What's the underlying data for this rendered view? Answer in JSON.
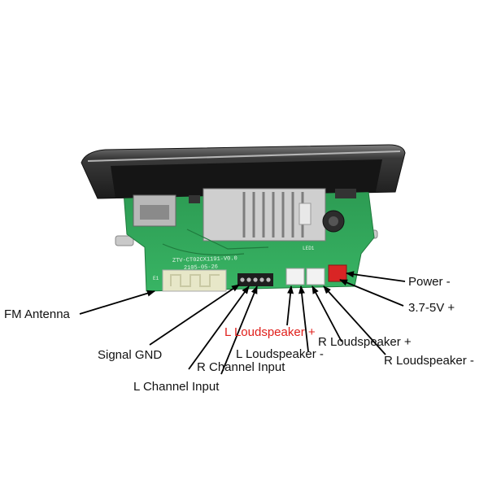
{
  "labels": {
    "power_minus": "Power -",
    "power_plus": "3.7-5V +",
    "fm_antenna": "FM Antenna",
    "l_speaker_plus": "L Loudspeaker +",
    "r_speaker_plus": "R Loudspeaker +",
    "l_speaker_minus": "L Loudspeaker -",
    "r_speaker_minus": "R Loudspeaker -",
    "signal_gnd": "Signal GND",
    "r_channel_input": "R Channel Input",
    "l_channel_input": "L Channel Input"
  },
  "board_print": {
    "model": "ZTV-CT02CX1191-V0.0",
    "date": "2105-05-26",
    "led": "LED1",
    "e1": "E1"
  },
  "colors": {
    "pcb": "#2fa65a",
    "panel": "#2b2b2b",
    "highlight_label": "#e0201c",
    "arrow": "#000000",
    "connector_red": "#d92525",
    "connector_white": "#f2f2f2"
  }
}
